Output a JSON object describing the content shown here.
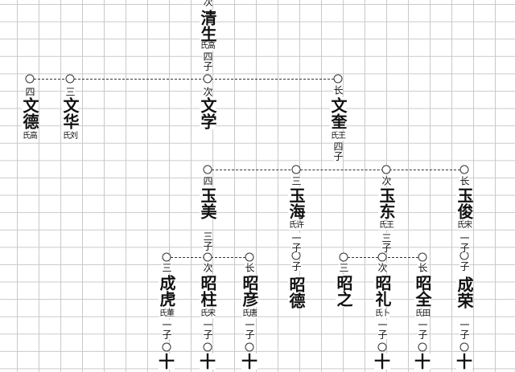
{
  "people": {
    "qingsheng": {
      "rank": "次",
      "name": "清生",
      "spouse": "氏高",
      "children": "四子"
    },
    "wende": {
      "rank": "四",
      "name": "文德",
      "spouse": "氏高"
    },
    "wenhua": {
      "rank": "三",
      "name": "文华",
      "spouse": "氏刘"
    },
    "wenxue": {
      "rank": "次",
      "name": "文学"
    },
    "wenkui": {
      "rank": "长",
      "name": "文奎",
      "spouse": "氏王",
      "children": "四子"
    },
    "yumei": {
      "rank": "四",
      "name": "玉美",
      "children": "三子"
    },
    "yuhai": {
      "rank": "三",
      "name": "玉海",
      "spouse": "氏许",
      "children": "一子"
    },
    "yudong": {
      "rank": "次",
      "name": "玉东",
      "spouse": "氏王",
      "children": "三子"
    },
    "yujun": {
      "rank": "长",
      "name": "玉俊",
      "spouse": "氏宋",
      "children": "一子"
    },
    "chenghu": {
      "rank": "三",
      "name": "成虎",
      "spouse": "氏董",
      "children": "一子",
      "next": "十"
    },
    "zhaozhu": {
      "rank": "次",
      "name": "昭柱",
      "spouse": "氏宋",
      "children": "一子",
      "next": "十"
    },
    "zhaoyan": {
      "rank": "长",
      "name": "昭彦",
      "spouse": "氏唐",
      "children": "一子",
      "next": "十"
    },
    "zhaode": {
      "rank": "子",
      "name": "昭德"
    },
    "zhaozhi": {
      "rank": "三",
      "name": "昭之"
    },
    "zhaoli": {
      "rank": "次",
      "name": "昭礼",
      "spouse": "氏卜",
      "children": "一子",
      "next": "十"
    },
    "zhaoquan": {
      "rank": "长",
      "name": "昭全",
      "spouse": "氏田",
      "children": "一子",
      "next": "十"
    },
    "chengrong": {
      "rank": "子",
      "name": "成荣",
      "children": "一子",
      "next": "十"
    }
  }
}
